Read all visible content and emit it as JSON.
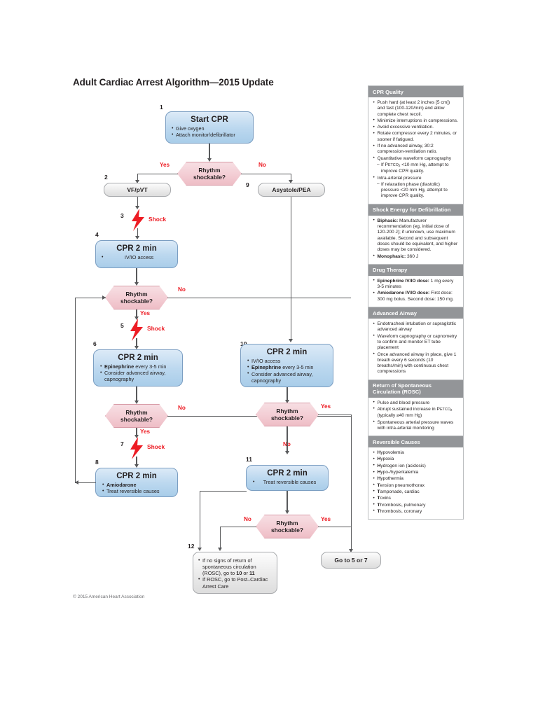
{
  "page": {
    "title": "Adult Cardiac Arrest Algorithm—2015 Update",
    "copyright": "© 2015 American Heart Association"
  },
  "colors": {
    "blue_box": "#bcd8ef",
    "grey_box": "#ececec",
    "diamond_pink": "#f3cdd4",
    "accent_red": "#ed1c24",
    "panel_header": "#939598",
    "connector": "#58595b"
  },
  "flow": {
    "box1": {
      "num": "1",
      "title": "Start CPR",
      "bullets": [
        "Give oxygen",
        "Attach monitor/defibrillator"
      ]
    },
    "diamond1": {
      "line1": "Rhythm",
      "line2": "shockable?"
    },
    "diamond1_yes": "Yes",
    "diamond1_no": "No",
    "box2": {
      "num": "2",
      "title": "VF/pVT"
    },
    "box9": {
      "num": "9",
      "title": "Asystole/PEA"
    },
    "shock3": {
      "num": "3",
      "label": "Shock"
    },
    "box4": {
      "num": "4",
      "title": "CPR 2 min",
      "bullets": [
        "IV/IO access"
      ]
    },
    "diamond2": {
      "line1": "Rhythm",
      "line2": "shockable?"
    },
    "diamond2_no": "No",
    "diamond2_yes": "Yes",
    "shock5": {
      "num": "5",
      "label": "Shock"
    },
    "box6": {
      "num": "6",
      "title": "CPR 2 min",
      "bullets": [
        "<b>Epinephrine</b> every 3-5 min",
        "Consider advanced airway, capnography"
      ]
    },
    "diamond3": {
      "line1": "Rhythm",
      "line2": "shockable?"
    },
    "diamond3_no": "No",
    "diamond3_yes": "Yes",
    "shock7": {
      "num": "7",
      "label": "Shock"
    },
    "box8": {
      "num": "8",
      "title": "CPR 2 min",
      "bullets": [
        "<b>Amiodarone</b>",
        "Treat reversible causes"
      ]
    },
    "box10": {
      "num": "10",
      "title": "CPR 2 min",
      "bullets": [
        "IV/IO access",
        "<b>Epinephrine</b> every 3-5 min",
        "Consider advanced airway, capnography"
      ]
    },
    "diamond4": {
      "line1": "Rhythm",
      "line2": "shockable?"
    },
    "diamond4_yes": "Yes",
    "diamond4_no": "No",
    "box11": {
      "num": "11",
      "title": "CPR 2 min",
      "bullets": [
        "Treat reversible causes"
      ]
    },
    "diamond5": {
      "line1": "Rhythm",
      "line2": "shockable?"
    },
    "diamond5_no": "No",
    "diamond5_yes": "Yes",
    "box12": {
      "num": "12",
      "bullets": [
        "If no signs of return of spontaneous circulation (ROSC), go to <b>10</b> or <b>11</b>",
        "If ROSC, go to Post–Cardiac Arrest Care"
      ]
    },
    "goto": {
      "title": "Go to 5 or 7"
    }
  },
  "sidebar": {
    "panels": [
      {
        "header": "CPR Quality",
        "items": [
          {
            "text": "Push hard (at least 2 inches [5 cm]) and fast (100-120/min) and allow complete chest recoil."
          },
          {
            "text": "Minimize interruptions in compressions."
          },
          {
            "text": "Avoid excessive ventilation."
          },
          {
            "text": "Rotate compressor every 2 minutes, or sooner if fatigued."
          },
          {
            "text": "If no advanced airway, 30:2 compression-ventilation ratio."
          },
          {
            "text": "Quantitative waveform capnography"
          },
          {
            "sub": true,
            "text": "If P<span class=\"sc\">ETCO</span><span class=\"sub2\">2</span> &lt;10 mm Hg, attempt to improve CPR quality."
          },
          {
            "text": "Intra-arterial pressure"
          },
          {
            "sub": true,
            "text": "If relaxation phase (diastolic) pressure &lt;20 mm Hg, attempt to improve CPR quality."
          }
        ]
      },
      {
        "header": "Shock Energy for Defibrillation",
        "items": [
          {
            "text": "<b>Biphasic:</b> Manufacturer recommendation (eg, initial dose of 120-200 J); if unknown, use maximum available. Second and subsequent doses should be equivalent, and higher doses may be considered."
          },
          {
            "text": "<b>Monophasic:</b> 360 J"
          }
        ]
      },
      {
        "header": "Drug Therapy",
        "items": [
          {
            "text": "<b>Epinephrine IV/IO dose:</b> 1 mg every 3-5 minutes"
          },
          {
            "text": "<b>Amiodarone IV/IO dose:</b> First dose: 300 mg bolus. Second dose: 150 mg."
          }
        ]
      },
      {
        "header": "Advanced Airway",
        "items": [
          {
            "text": "Endotracheal intubation or supraglottic advanced airway"
          },
          {
            "text": "Waveform capnography or capnometry to confirm and monitor ET tube placement"
          },
          {
            "text": "Once advanced airway in place, give 1 breath every 6 seconds (10 breaths/min) with continuous chest compressions"
          }
        ]
      },
      {
        "header": "Return of Spontaneous Circulation (ROSC)",
        "items": [
          {
            "text": "Pulse and blood pressure"
          },
          {
            "text": "Abrupt sustained increase in P<span class=\"sc\">ETCO</span><span class=\"sub2\">2</span> (typically ≥40 mm Hg)"
          },
          {
            "text": "Spontaneous arterial pressure waves with intra-arterial monitoring"
          }
        ]
      },
      {
        "header": "Reversible Causes",
        "items": [
          {
            "text": "<b>H</b>ypovolemia"
          },
          {
            "text": "<b>H</b>ypoxia"
          },
          {
            "text": "<b>H</b>ydrogen ion (acidosis)"
          },
          {
            "text": "<b>H</b>ypo-/hyperkalemia"
          },
          {
            "text": "<b>H</b>ypothermia"
          },
          {
            "text": "<b>T</b>ension pneumothorax"
          },
          {
            "text": "<b>T</b>amponade, cardiac"
          },
          {
            "text": "<b>T</b>oxins"
          },
          {
            "text": "<b>T</b>hrombosis, pulmonary"
          },
          {
            "text": "<b>T</b>hrombosis, coronary"
          }
        ]
      }
    ]
  }
}
